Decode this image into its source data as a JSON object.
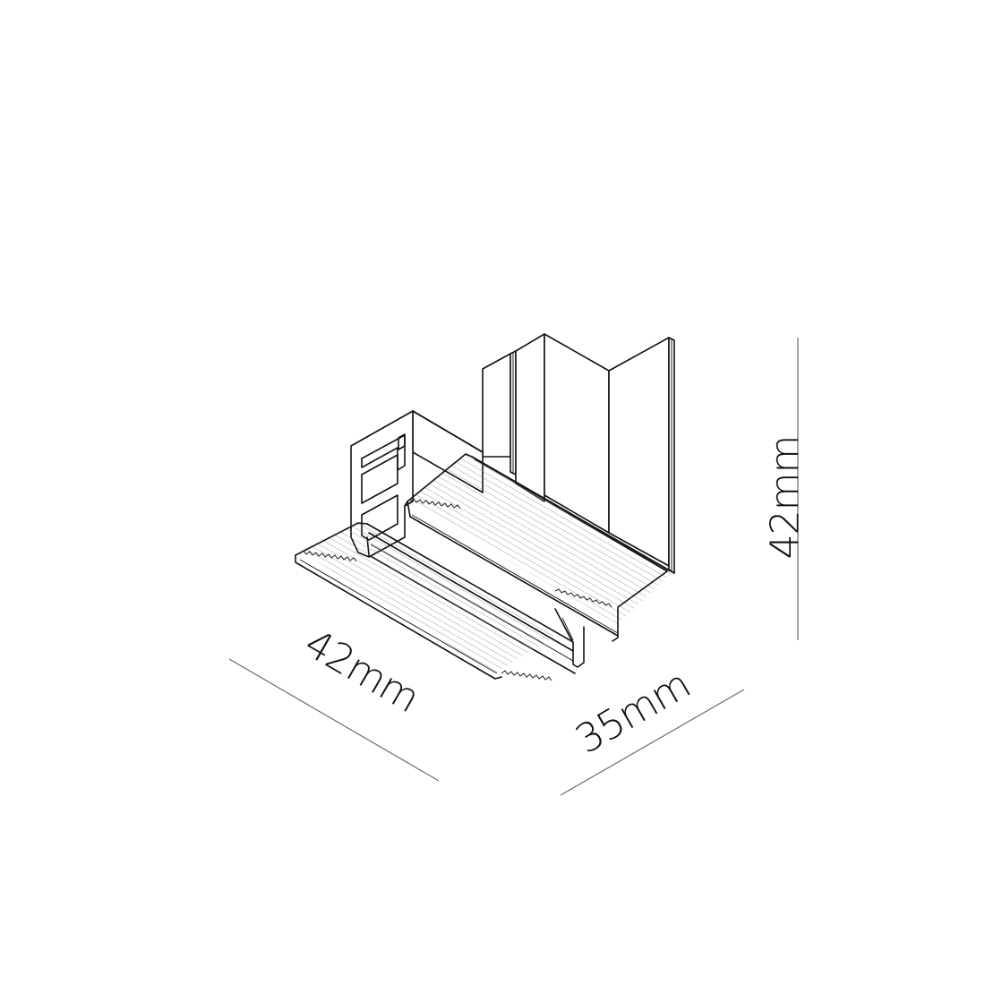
{
  "figure": {
    "subject": "aluminium profile corner (isometric line drawing)",
    "line_color": "#111111",
    "hatch_color": "#8a8a8a",
    "dimension_line_color": "#6b6b6b",
    "background": "#ffffff"
  },
  "dimensions": {
    "height": {
      "label": "42mm",
      "orientation": "vertical"
    },
    "length": {
      "label": "42mm",
      "orientation": "diagonal-left"
    },
    "depth": {
      "label": "35mm",
      "orientation": "diagonal-right"
    }
  }
}
